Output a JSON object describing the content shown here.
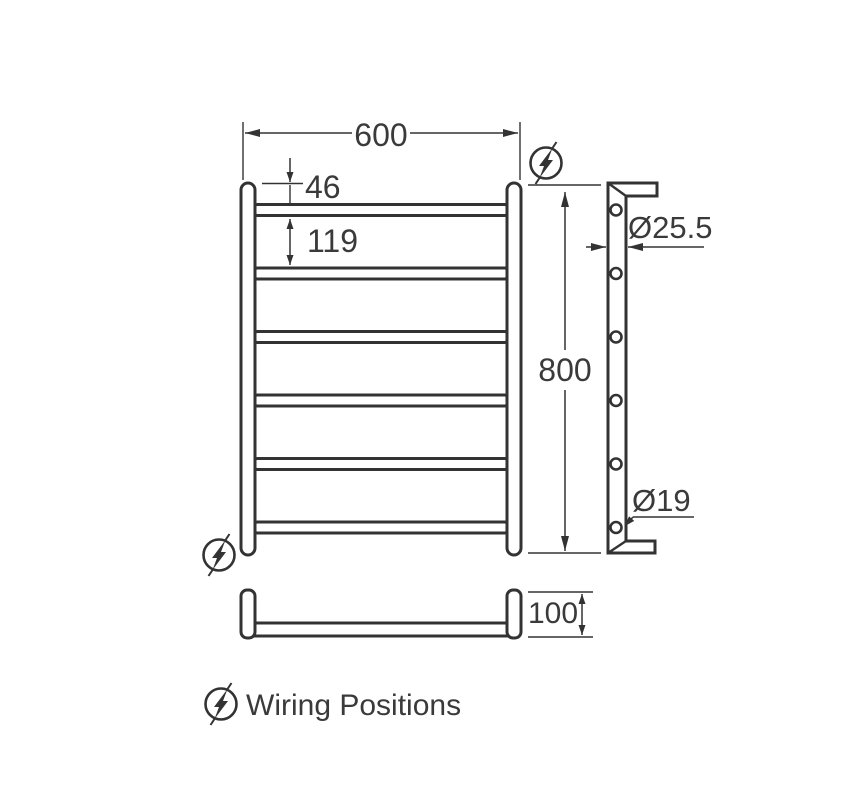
{
  "dimensions": {
    "width": "600",
    "top_rail_offset": "46",
    "rail_spacing": "119",
    "height": "800",
    "upright_diameter": "Ø25.5",
    "rail_diameter": "Ø19",
    "depth": "100"
  },
  "legend": {
    "icon": "wiring-position-icon",
    "label": "Wiring Positions"
  },
  "structure": {
    "type": "technical-dimension-drawing",
    "front_view_bar_count": 6,
    "side_view_hole_count": 6,
    "wiring_position_marker_count": 2
  },
  "colors": {
    "line": "#333333",
    "text": "#3a3a3a",
    "background": "#ffffff"
  }
}
